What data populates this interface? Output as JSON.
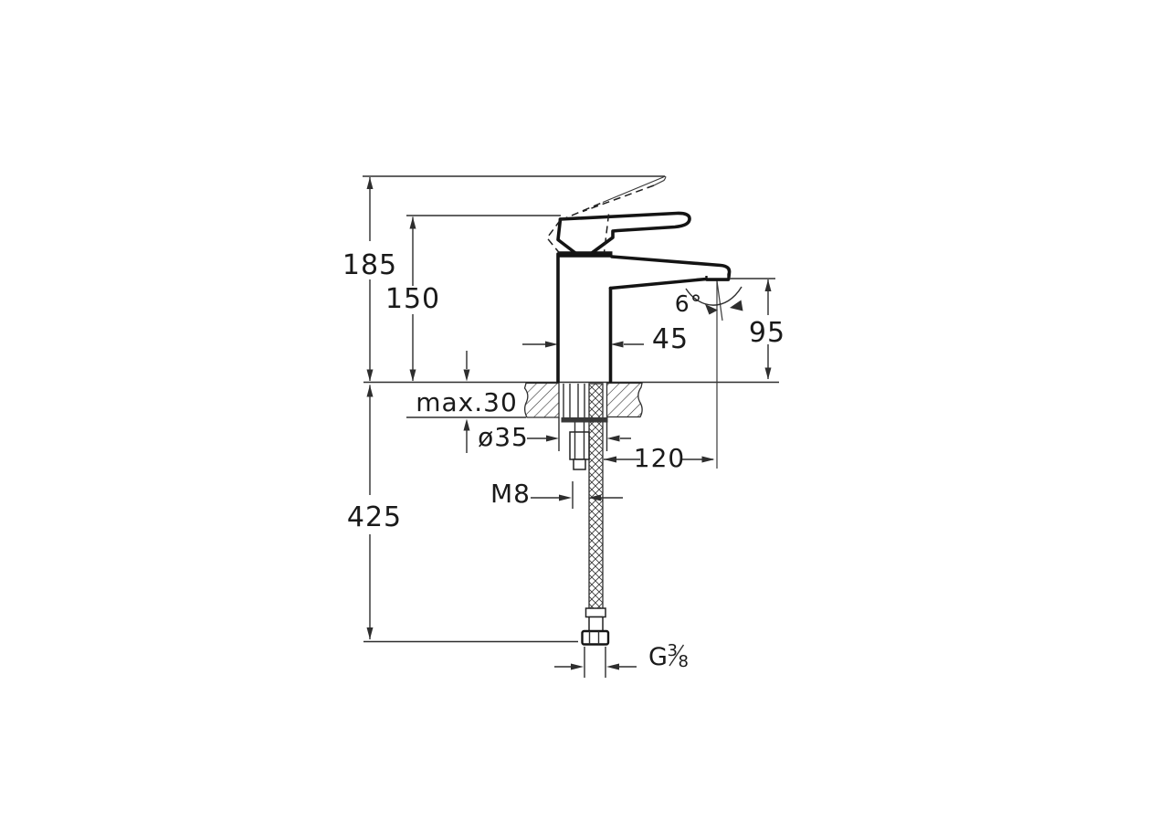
{
  "colors": {
    "outline": "#141414",
    "dimension_lines": "#2e2e2e",
    "text": "#1a1a1a",
    "background": "#ffffff"
  },
  "drawing": {
    "dimensions": {
      "total_height": "185",
      "height_to_handle": "150",
      "body_width": "45",
      "stream_angle": "6°",
      "spout_outlet_height": "95",
      "max_deck_thickness": "max.30",
      "hole_diameter": "ø35",
      "spout_reach": "120",
      "stud_thread": "M8",
      "hose_length": "425",
      "supply_thread": {
        "prefix": "G",
        "numerator": "3",
        "denominator": "8"
      }
    }
  }
}
